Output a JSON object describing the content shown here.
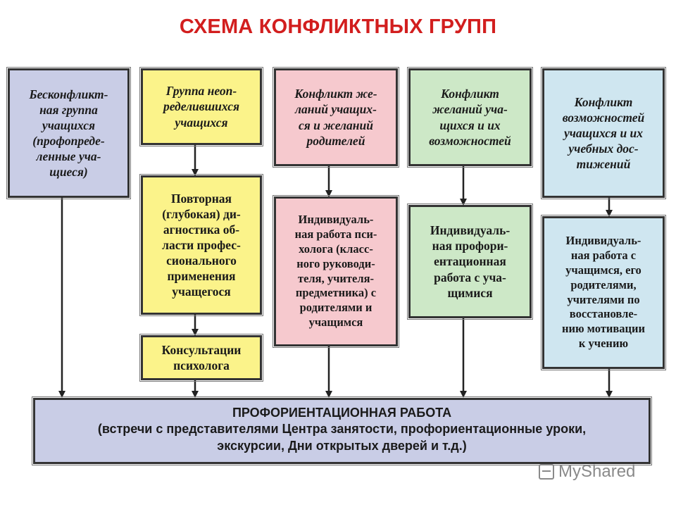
{
  "title": "СХЕМА КОНФЛИКТНЫХ ГРУПП",
  "columns": [
    {
      "top": "Бесконфликт-\nная группа\nучащихся\n(профопреде-\nленные уча-\nщиеся)",
      "steps": [],
      "color": "#c9cde6"
    },
    {
      "top": "Группа неоп-\nределившихся\nучащихся",
      "steps": [
        "Повторная\n(глубокая) ди-\nагностика об-\nласти профес-\nсионального\nприменения\nучащегося",
        "Консультации\nпсихолога"
      ],
      "color": "#fbf38a"
    },
    {
      "top": "Конфликт же-\nланий учащих-\nся и желаний\nродителей",
      "steps": [
        "Индивидуаль-\nная работа пси-\nхолога (класс-\nного руководи-\nтеля, учителя-\nпредметника) с\nродителями и\nучащимся"
      ],
      "color": "#f6c9ce"
    },
    {
      "top": "Конфликт\nжеланий уча-\nщихся и их\nвозможностей",
      "steps": [
        "Индивидуаль-\nная профори-\nентационная\nработа с уча-\nщимися"
      ],
      "color": "#cde8c7"
    },
    {
      "top": "Конфликт\nвозможностей\nучащихся и их\nучебных дос-\nтижений",
      "steps": [
        "Индивидуаль-\nная работа с\nучащимся, его\nродителями,\nучителями по\nвосстановле-\nнию мотивации\nк учению"
      ],
      "color": "#cfe6f0"
    }
  ],
  "bottom": {
    "line1": "ПРОФОРИЕНТАЦИОННАЯ РАБОТА",
    "line2": "(встречи с представителями Центра занятости, профориентационные уроки,",
    "line3": "экскурсии, Дни открытых дверей и т.д.)"
  },
  "watermark": "MyShared"
}
